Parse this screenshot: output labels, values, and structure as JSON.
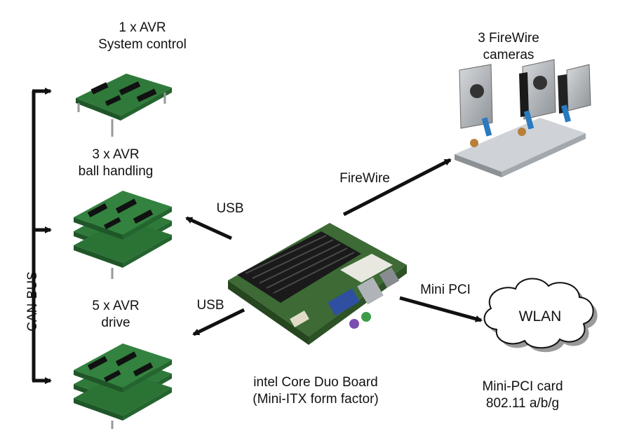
{
  "labels": {
    "system_control": {
      "line1": "1 x AVR",
      "line2": "System control"
    },
    "ball_handling": {
      "line1": "3 x AVR",
      "line2": "ball handling"
    },
    "drive": {
      "line1": "5 x AVR",
      "line2": "drive"
    },
    "cameras": {
      "line1": "3 FireWire",
      "line2": "cameras"
    },
    "board": {
      "line1": "intel Core Duo Board",
      "line2": "(Mini-ITX form factor)"
    },
    "wlan_card": {
      "line1": "Mini-PCI card",
      "line2": "802.11 a/b/g"
    },
    "bus": "CAN-BUS"
  },
  "connections": {
    "usb_upper": "USB",
    "usb_lower": "USB",
    "firewire": "FireWire",
    "mini_pci": "Mini PCI"
  },
  "cloud": {
    "label": "WLAN"
  },
  "colors": {
    "line": "#111111",
    "pcb_green": "#2f7a3a",
    "heatsink": "#1a1a1a",
    "metal": "#a9aeb4"
  }
}
